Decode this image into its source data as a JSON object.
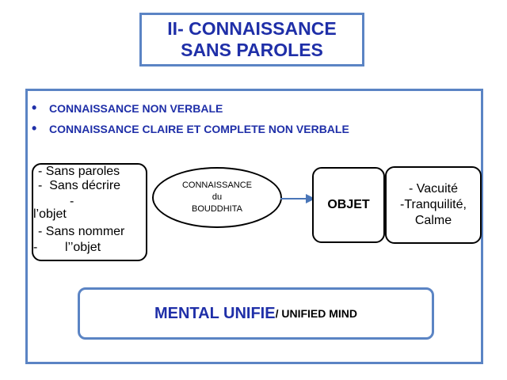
{
  "title": {
    "line1": "II- CONNAISSANCE",
    "line2": "SANS PAROLES"
  },
  "bullets": [
    "CONNAISSANCE NON VERBALE",
    "CONNAISSANCE CLAIRE ET COMPLETE NON VERBALE"
  ],
  "left_box": {
    "lines": [
      "- Sans paroles",
      "-  Sans décrire",
      "-",
      "l’objet",
      "- Sans nommer",
      "-",
      "l’’objet"
    ]
  },
  "ellipse": {
    "line1": "CONNAISSANCE",
    "line2": "du",
    "line3": "BOUDDHITA"
  },
  "object_box": {
    "label": "OBJET"
  },
  "right_box": {
    "line1": "- Vacuité",
    "line2": "-Tranquilité,",
    "line3": "Calme"
  },
  "mental": {
    "main": "MENTAL UNIFIE",
    "sub": "/ UNIFIED MIND"
  },
  "colors": {
    "accent_blue": "#1f2fa8",
    "frame_blue": "#5b84c4"
  },
  "icons": {
    "bullet": "bullet-dot-icon",
    "arrow": "arrow-right-icon"
  }
}
